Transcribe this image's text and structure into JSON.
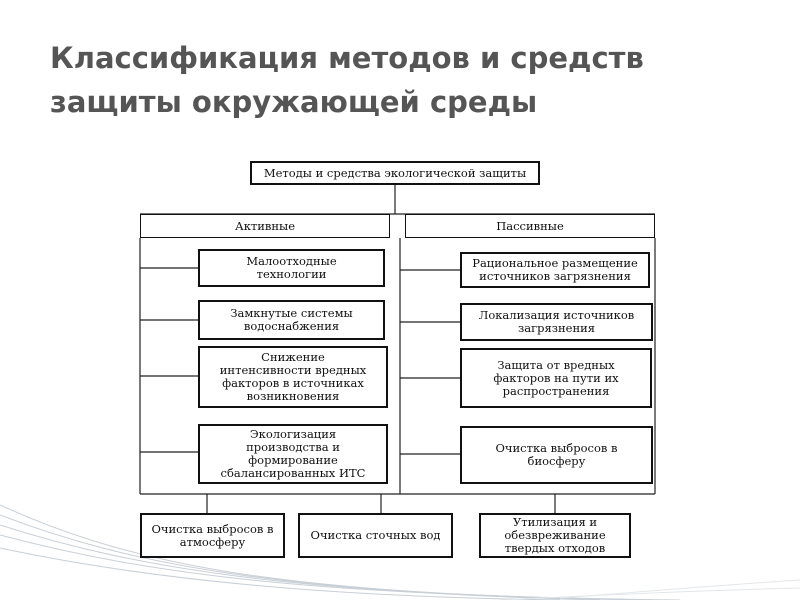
{
  "title": {
    "line1": "Классификация методов и средств",
    "line2": "защиты окружающей среды"
  },
  "diagram": {
    "root": "Методы и средства экологической защиты",
    "active": {
      "heading": "Активные",
      "items": [
        "Малоотходные\nтехнологии",
        "Замкнутые системы\nводоснабжения",
        "Снижение\nинтенсивности вредных\nфакторов в источниках\nвозникновения",
        "Экологизация\nпроизводства и\nформирование\nсбалансированных ИТС"
      ]
    },
    "passive": {
      "heading": "Пассивные",
      "items": [
        "Рациональное размещение\nисточников загрязнения",
        "Локализация источников\nзагрязнения",
        "Защита от вредных\nфакторов на пути их\nраспространения",
        "Очистка выбросов в\nбиосферу"
      ]
    },
    "outputs": [
      "Очистка выбросов в\nатмосферу",
      "Очистка сточных вод",
      "Утилизация и\nобезвреживание\nтвердых отходов"
    ]
  }
}
